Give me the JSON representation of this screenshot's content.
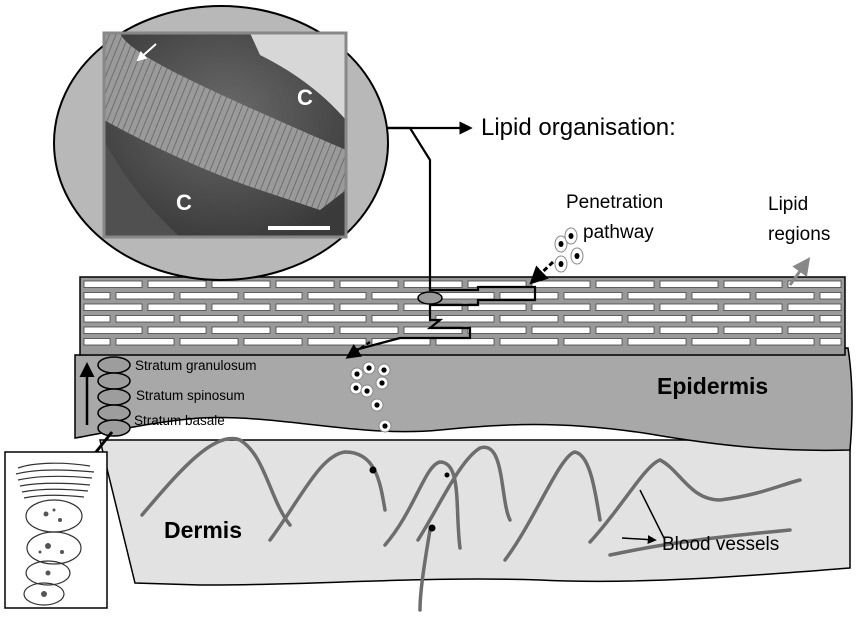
{
  "labels": {
    "lipid_organisation": "Lipid organisation:",
    "penetration_line1": "Penetration",
    "penetration_line2": "pathway",
    "lipid_regions_line1": "Lipid",
    "lipid_regions_line2": "regions",
    "epidermis": "Epidermis",
    "dermis": "Dermis",
    "blood_vessels": "Blood vessels",
    "micrograph_c_top": "C",
    "micrograph_c_bottom": "C"
  },
  "epidermis_layers": [
    {
      "name": "Stratum granulosum"
    },
    {
      "name": "Stratum spinosum"
    },
    {
      "name": "Stratum basale"
    }
  ],
  "colors": {
    "outline": "#000000",
    "stratum_corneum": "#9a9a9a",
    "epidermis_fill": "#a8a8a8",
    "dermis_fill": "#e2e2e2",
    "ellipse_fill": "#9d9d9d",
    "vessel": "#6d6d6d",
    "arrow_grey": "#888888"
  }
}
